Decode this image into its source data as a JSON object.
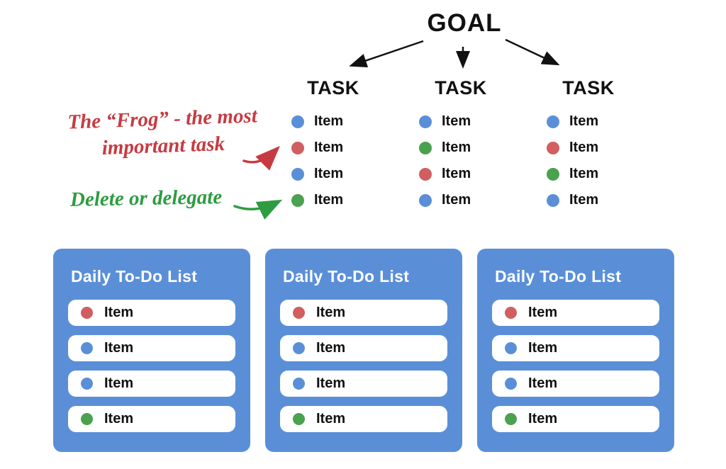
{
  "colors": {
    "blue": "#5a8fd8",
    "red": "#d15e60",
    "green": "#4aa14e",
    "card_blue": "#5a8fd8",
    "annotation_red": "#c63b42",
    "annotation_green": "#2e9c41",
    "arrow_black": "#111111"
  },
  "diagram": {
    "goal_label": "GOAL",
    "columns": [
      {
        "task_label": "TASK",
        "items": [
          {
            "dot": "blue",
            "label": "Item"
          },
          {
            "dot": "red",
            "label": "Item"
          },
          {
            "dot": "blue",
            "label": "Item"
          },
          {
            "dot": "green",
            "label": "Item"
          }
        ]
      },
      {
        "task_label": "TASK",
        "items": [
          {
            "dot": "blue",
            "label": "Item"
          },
          {
            "dot": "green",
            "label": "Item"
          },
          {
            "dot": "red",
            "label": "Item"
          },
          {
            "dot": "blue",
            "label": "Item"
          }
        ]
      },
      {
        "task_label": "TASK",
        "items": [
          {
            "dot": "blue",
            "label": "Item"
          },
          {
            "dot": "red",
            "label": "Item"
          },
          {
            "dot": "green",
            "label": "Item"
          },
          {
            "dot": "blue",
            "label": "Item"
          }
        ]
      }
    ],
    "annotations": {
      "frog_line1": "The “Frog” - the most",
      "frog_line2": "important task",
      "delegate": "Delete or delegate"
    }
  },
  "cards": [
    {
      "title": "Daily To-Do List",
      "items": [
        {
          "dot": "red",
          "label": "Item"
        },
        {
          "dot": "blue",
          "label": "Item"
        },
        {
          "dot": "blue",
          "label": "Item"
        },
        {
          "dot": "green",
          "label": "Item"
        }
      ]
    },
    {
      "title": "Daily To-Do List",
      "items": [
        {
          "dot": "red",
          "label": "Item"
        },
        {
          "dot": "blue",
          "label": "Item"
        },
        {
          "dot": "blue",
          "label": "Item"
        },
        {
          "dot": "green",
          "label": "Item"
        }
      ]
    },
    {
      "title": "Daily To-Do List",
      "items": [
        {
          "dot": "red",
          "label": "Item"
        },
        {
          "dot": "blue",
          "label": "Item"
        },
        {
          "dot": "blue",
          "label": "Item"
        },
        {
          "dot": "green",
          "label": "Item"
        }
      ]
    }
  ]
}
